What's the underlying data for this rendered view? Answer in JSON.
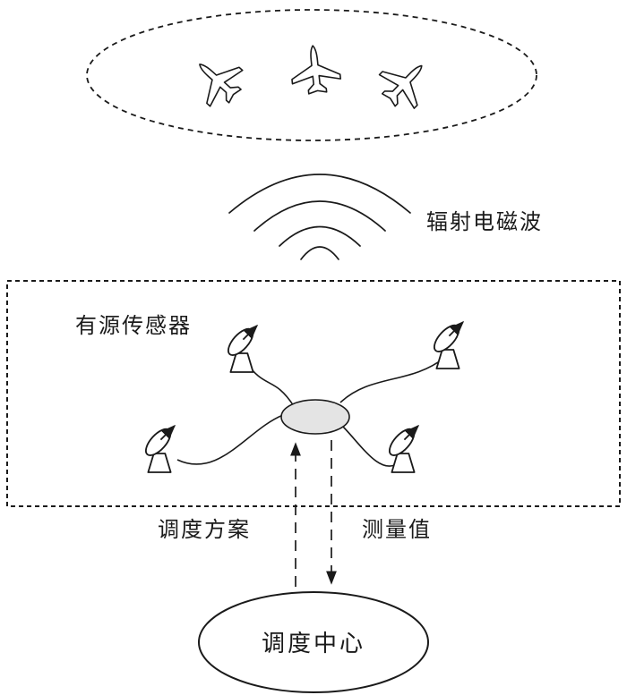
{
  "diagram": {
    "title_semantic": "active-sensor-scheduling-diagram",
    "labels": {
      "radiated_wave": "辐射电磁波",
      "active_sensors": "有源传感器",
      "schedule_plan": "调度方案",
      "measurement": "测量值",
      "dispatch_center": "调度中心"
    },
    "colors": {
      "stroke": "#1a1a1a",
      "node_fill": "#e4e4e4",
      "background": "#ffffff"
    },
    "counts": {
      "airplanes": 3,
      "radar_dishes": 4,
      "wave_arcs": 4
    }
  }
}
